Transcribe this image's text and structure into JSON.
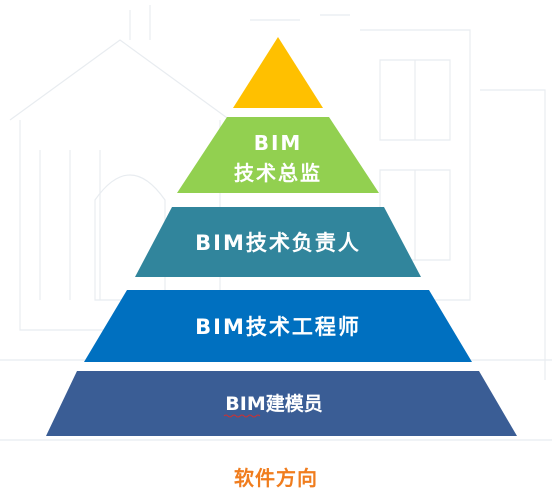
{
  "diagram": {
    "tiers": [
      {
        "id": "top",
        "lines": [],
        "color": "#ffc000"
      },
      {
        "id": "tier-2",
        "lines": [
          "BIM",
          "技术总监"
        ],
        "color": "#92d050"
      },
      {
        "id": "tier-3",
        "lines": [
          "BIM技术负责人"
        ],
        "color": "#31859c"
      },
      {
        "id": "tier-4",
        "lines": [
          "BIM技术工程师"
        ],
        "color": "#0070c0"
      },
      {
        "id": "tier-5",
        "lines": [
          "BIM建模员"
        ],
        "color": "#3a5d95"
      }
    ],
    "caption": "软件方向",
    "caption_color": "#f07d1e"
  }
}
